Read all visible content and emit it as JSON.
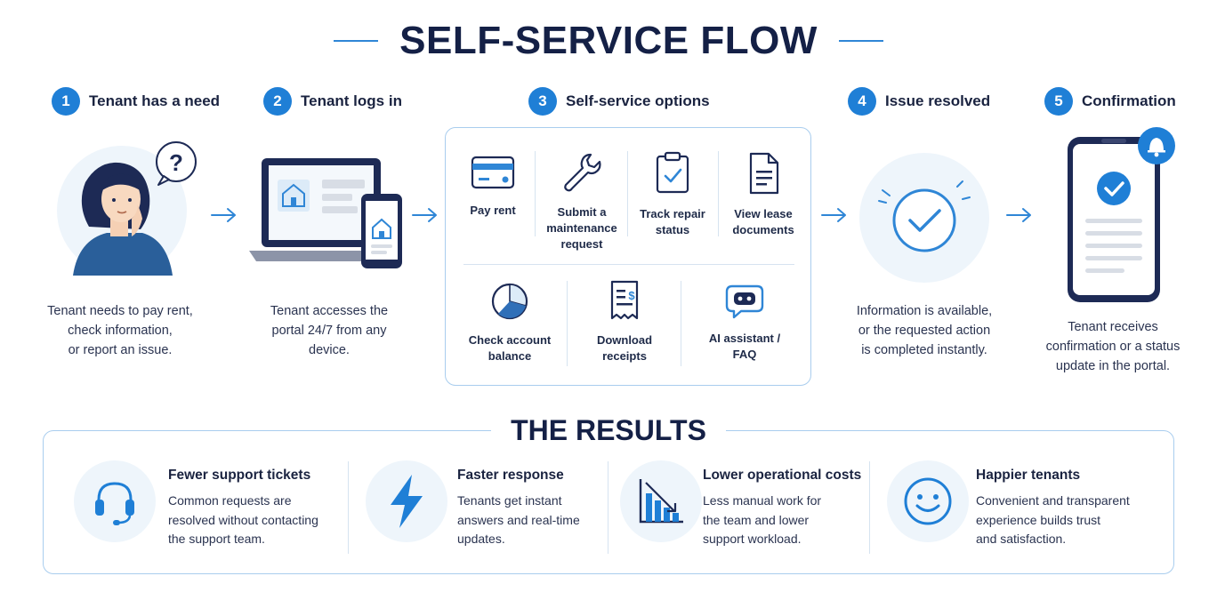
{
  "title": "SELF-SERVICE FLOW",
  "colors": {
    "accent": "#1f7fd6",
    "navy": "#142046",
    "light": "#eef5fb"
  },
  "steps": [
    {
      "num": "1",
      "title": "Tenant has a need",
      "desc": [
        "Tenant needs to pay rent,",
        "check information,",
        "or report an issue."
      ]
    },
    {
      "num": "2",
      "title": "Tenant logs in",
      "desc": [
        "Tenant accesses the",
        "portal 24/7 from any",
        "device."
      ]
    },
    {
      "num": "3",
      "title": "Self-service options"
    },
    {
      "num": "4",
      "title": "Issue resolved",
      "desc": [
        "Information is available,",
        "or the requested action",
        "is completed instantly."
      ]
    },
    {
      "num": "5",
      "title": "Confirmation",
      "desc": [
        "Tenant receives",
        "confirmation or a status",
        "update in the portal."
      ]
    }
  ],
  "options": [
    {
      "label": [
        "Pay rent"
      ],
      "icon": "credit-card-icon"
    },
    {
      "label": [
        "Submit a",
        "maintenance",
        "request"
      ],
      "icon": "wrench-icon"
    },
    {
      "label": [
        "Track repair",
        "status"
      ],
      "icon": "clipboard-check-icon"
    },
    {
      "label": [
        "View lease",
        "documents"
      ],
      "icon": "document-icon"
    },
    {
      "label": [
        "Check account",
        "balance"
      ],
      "icon": "pie-chart-icon"
    },
    {
      "label": [
        "Download",
        "receipts"
      ],
      "icon": "receipt-icon"
    },
    {
      "label": [
        "AI assistant /",
        "FAQ"
      ],
      "icon": "chatbot-icon"
    }
  ],
  "results_title": "THE RESULTS",
  "results": [
    {
      "title": "Fewer support tickets",
      "text": [
        "Common requests are",
        "resolved without contacting",
        "the support team."
      ],
      "icon": "headset-icon"
    },
    {
      "title": "Faster response",
      "text": [
        "Tenants get instant",
        "answers and real-time",
        "updates."
      ],
      "icon": "lightning-icon"
    },
    {
      "title": "Lower operational costs",
      "text": [
        "Less manual work for",
        "the team and lower",
        "support workload."
      ],
      "icon": "declining-bar-chart-icon"
    },
    {
      "title": "Happier tenants",
      "text": [
        "Convenient and transparent",
        "experience builds trust",
        "and satisfaction."
      ],
      "icon": "smiley-icon"
    }
  ]
}
